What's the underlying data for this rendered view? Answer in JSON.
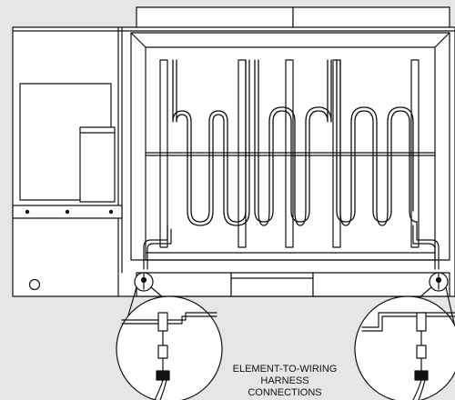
{
  "diagram": {
    "callout_label": {
      "line1": "ELEMENT-TO-WIRING",
      "line2": "HARNESS",
      "line3": "CONNECTIONS"
    },
    "colors": {
      "background": "#e6e6e6",
      "unit_fill": "#ffffff",
      "stroke": "#111111"
    },
    "heating_element_count": 3
  }
}
